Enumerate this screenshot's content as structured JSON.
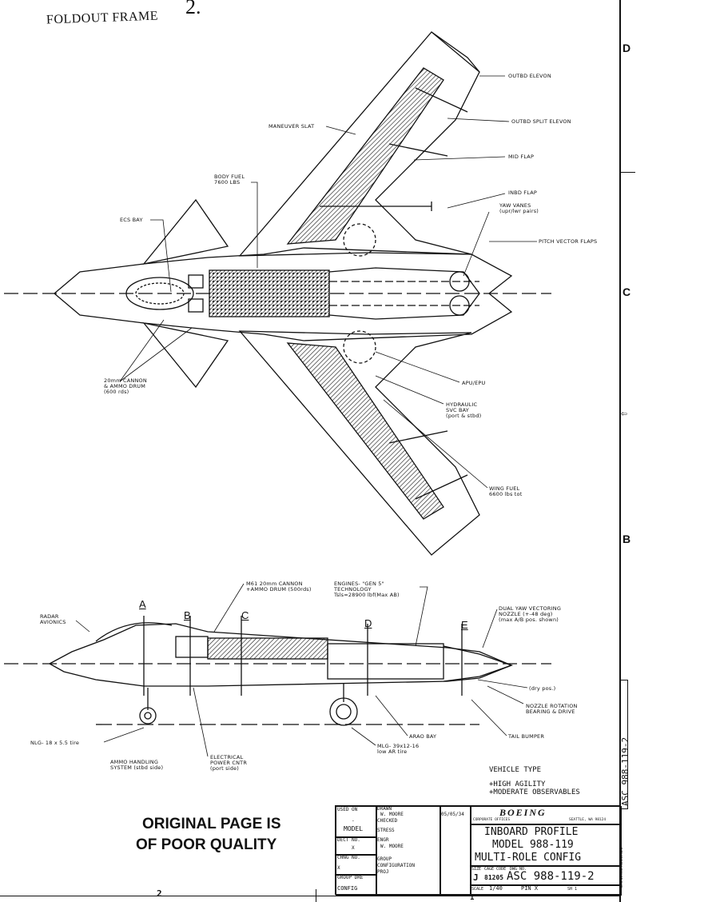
{
  "header": {
    "foldout": "FOLDOUT FRAME",
    "sheet_mark": "2."
  },
  "zones": {
    "d": "D",
    "c": "C",
    "b": "B"
  },
  "plan_labels": {
    "outbd_elevon": "OUTBD ELEVON",
    "outbd_split_elevon": "OUTBD SPLIT ELEVON",
    "maneuver_slat": "MANEUVER SLAT",
    "mid_flap": "MID FLAP",
    "body_fuel": "BODY FUEL\n7600 LBS",
    "inbd_flap": "INBD FLAP",
    "yaw_vanes": "YAW VANES\n(upr/lwr pairs)",
    "ecs_bay": "ECS BAY",
    "pitch_vector_flaps": "PITCH VECTOR FLAPS",
    "cannon": "20mm CANNON\n& AMMO DRUM\n(600 rds)",
    "apu": "APU/EPU",
    "hydraulic": "HYDRAULIC\nSVC BAY\n(port & stbd)",
    "wing_fuel": "WING FUEL\n6600 lbs tot"
  },
  "profile_labels": {
    "m61": "M61 20mm CANNON\n+AMMO DRUM (500rds)",
    "engines": "ENGINES- \"GEN 5\"\nTECHNOLOGY\nTsls=28900 lbf(Max AB)",
    "radar": "RADAR\nAVIONICS",
    "dual_yaw": "DUAL YAW VECTORING\nNOZZLE (+-48 deg)\n(max A/B pos. shown)",
    "dry_pos": "(dry pos.)",
    "nozzle_rotation": "NOZZLE ROTATION\nBEARING & DRIVE",
    "armo_bay": "ARAO BAY",
    "tail_bumper": "TAIL BUMPER",
    "nlg": "NLG- 18 x 5.5 tire",
    "ammo_handling": "AMMO HANDLING\nSYSTEM (stbd side)",
    "electrical": "ELECTRICAL\nPOWER CNTR\n(port side)",
    "mlg": "MLG- 39x12-16\nlow AR tire",
    "sections": [
      "A",
      "B",
      "C",
      "D",
      "E"
    ]
  },
  "vehicle_type": {
    "title": "VEHICLE TYPE",
    "line1": "+HIGH AGILITY",
    "line2": "+MODERATE OBSERVABLES"
  },
  "stamp": {
    "line1": "ORIGINAL PAGE IS",
    "line2": "OF POOR QUALITY"
  },
  "title_block": {
    "used_on": "USED ON",
    "model_label": "MODEL",
    "model_val": "-",
    "drawn_label": "DRAWN",
    "drawn_by": "W. MOORE",
    "date": "05/05/34",
    "checked": "CHECKED",
    "stress": "STRESS",
    "engr": "ENGR",
    "engr_by": "W. MOORE",
    "x": "X",
    "dect_no": "DECT NO.",
    "chng_no": "CHNG NO.",
    "group": "GROUP",
    "config_label": "CONFIGURATION",
    "proj": "PROJ",
    "group_dre": "GROUP DRE",
    "config": "CONFIG",
    "company": "BOEING",
    "corp_offices": "CORPORATE OFFICES",
    "seattle": "SEATTLE, WA 98124",
    "title1": "INBOARD PROFILE",
    "title2": "MODEL 988-119",
    "title3": "MULTI-ROLE CONFIG",
    "size_label": "SIZE",
    "cage_label": "CAGE CODE",
    "dwg_label": "DWG NO.",
    "size": "J",
    "cage": "81205",
    "dwg": "ASC 988-119-2",
    "scale_label": "SCALE",
    "scale": "1/40",
    "pin": "PIN X",
    "sh": "SH 1",
    "side_dwg": "ASC 988-119-2",
    "records": "DRAWING RECORDS"
  },
  "footer": {
    "sheet_num_left": "2",
    "sheet_num_right": "1"
  }
}
